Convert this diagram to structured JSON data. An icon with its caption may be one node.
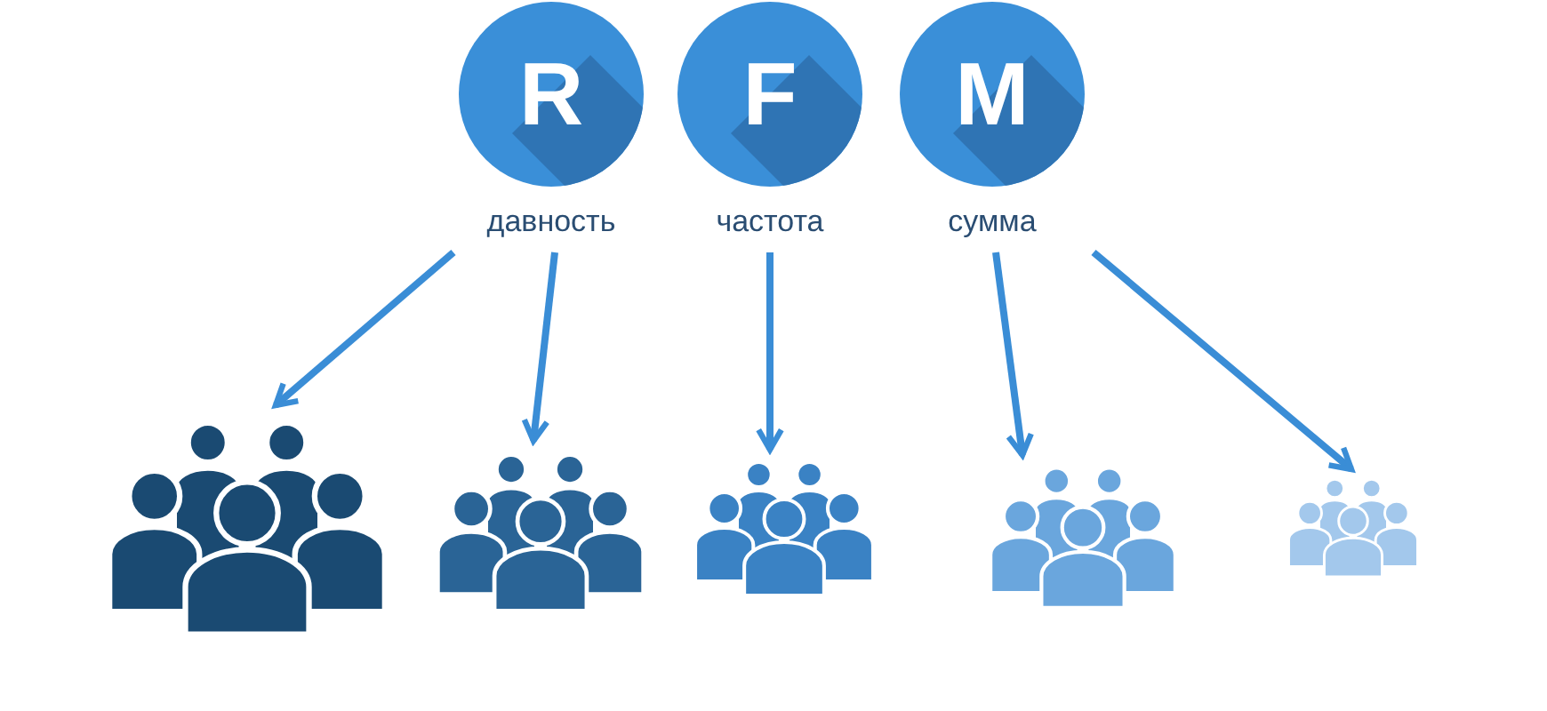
{
  "diagram": {
    "nodes": [
      {
        "text": [
          "R"
        ],
        "beside": [
          "давность"
        ]
      },
      {
        "text": [
          "F"
        ],
        "beside": [
          "частота"
        ]
      },
      {
        "text": [
          "M"
        ],
        "beside": [
          "сумма"
        ]
      },
      {
        "text": [],
        "shape": "person"
      },
      {
        "text": [],
        "shape": "person"
      },
      {
        "text": [],
        "shape": "person"
      },
      {
        "text": [],
        "shape": "person"
      },
      {
        "text": [],
        "shape": "person"
      }
    ],
    "edges": [
      {
        "from": 0,
        "to": 3,
        "arrow": "to"
      },
      {
        "from": 0,
        "to": 4,
        "arrow": "to"
      },
      {
        "from": 1,
        "to": 5,
        "arrow": "to"
      },
      {
        "from": 2,
        "to": 6,
        "arrow": "to"
      },
      {
        "from": 2,
        "to": 7,
        "arrow": "to"
      }
    ]
  }
}
